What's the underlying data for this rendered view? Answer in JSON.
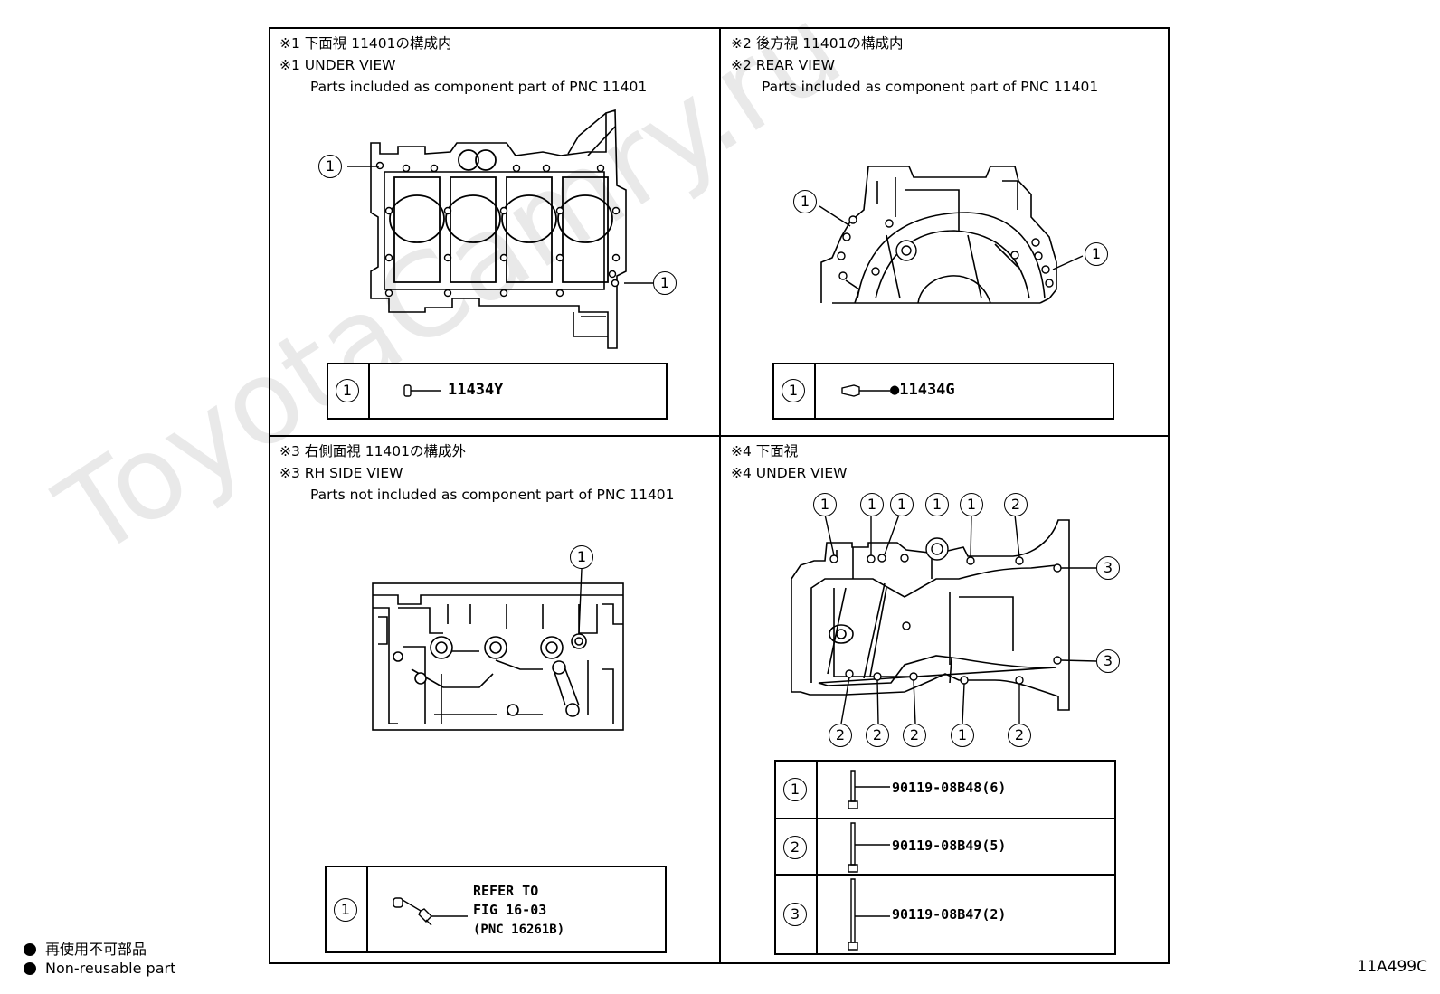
{
  "watermark": "ToyotaCamry.ru",
  "panels": [
    {
      "caption_jp": "※1 下面視 11401の構成内",
      "caption_en": "※1 UNDER VIEW",
      "caption_note": "Parts included as component part of PNC 11401",
      "callouts": [
        "1",
        "1"
      ],
      "parts": [
        {
          "num": "1",
          "code": "11434Y"
        }
      ]
    },
    {
      "caption_jp": "※2 後方視 11401の構成内",
      "caption_en": "※2 REAR VIEW",
      "caption_note": "Parts included as component part of PNC 11401",
      "callouts": [
        "1",
        "1"
      ],
      "parts": [
        {
          "num": "1",
          "code": "●11434G"
        }
      ]
    },
    {
      "caption_jp": "※3 右側面視 11401の構成外",
      "caption_en": "※3 RH SIDE VIEW",
      "caption_note": "Parts not included as component part of PNC 11401",
      "callouts": [
        "1"
      ],
      "parts": [
        {
          "num": "1",
          "line1": "REFER TO",
          "line2": "FIG 16-03",
          "line3": "(PNC 16261B)"
        }
      ]
    },
    {
      "caption_jp": "※4 下面視",
      "caption_en": "※4 UNDER VIEW",
      "callouts_top": [
        "1",
        "1",
        "1",
        "1",
        "1",
        "2"
      ],
      "callouts_right": [
        "3",
        "3"
      ],
      "callouts_bottom": [
        "2",
        "2",
        "2",
        "1",
        "2"
      ],
      "parts": [
        {
          "num": "1",
          "code": "90119-08B48(6)"
        },
        {
          "num": "2",
          "code": "90119-08B49(5)"
        },
        {
          "num": "3",
          "code": "90119-08B47(2)"
        }
      ]
    }
  ],
  "legend": {
    "jp": "再使用不可部品",
    "en": "Non-reusable part"
  },
  "figure_code": "11A499C"
}
